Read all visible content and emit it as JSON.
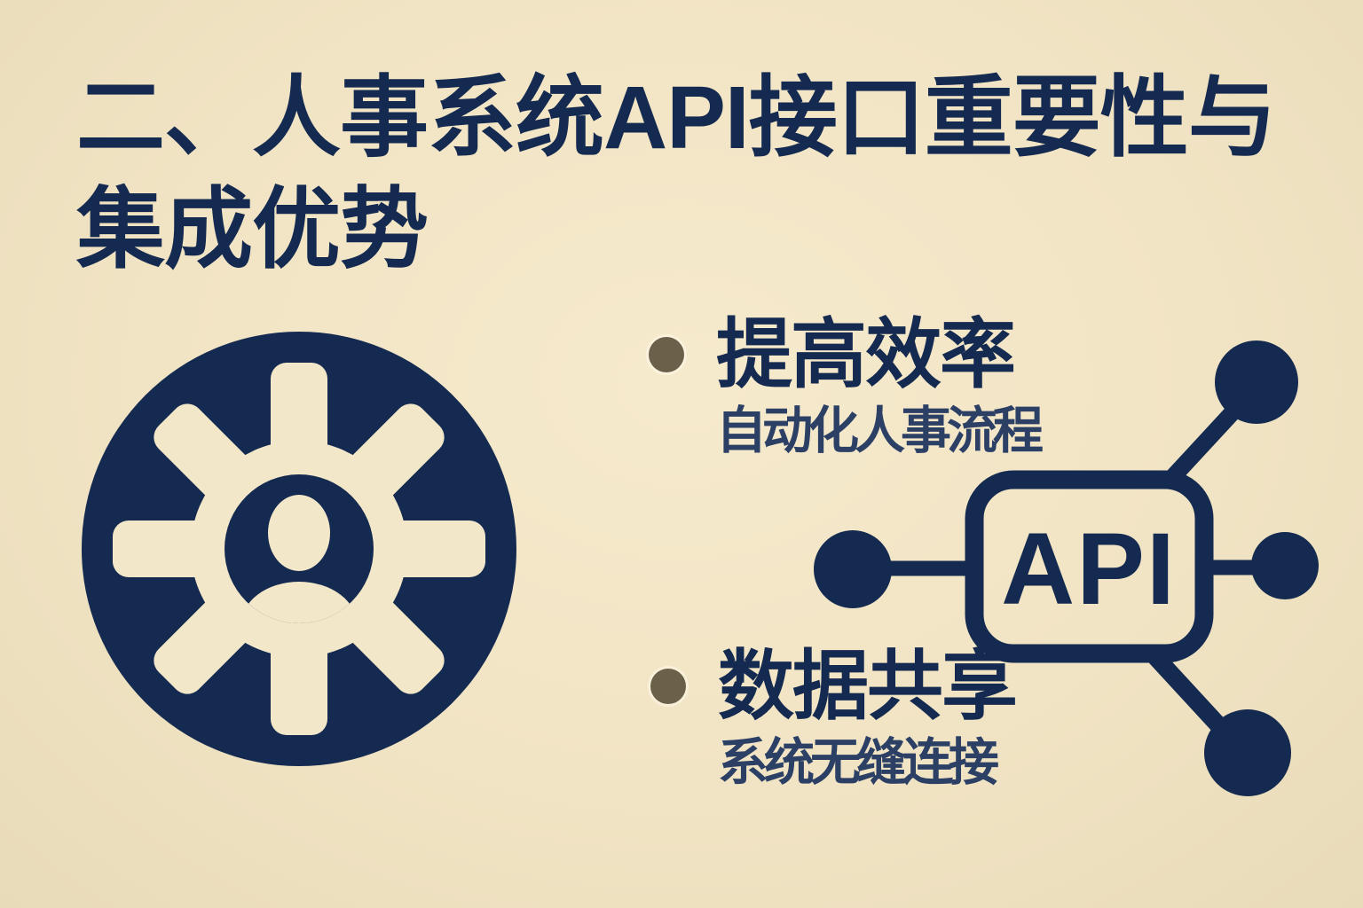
{
  "colors": {
    "background": "#f1e4c4",
    "navy": "#152a50",
    "bullet_dot": "#6b6049",
    "subtitle": "#2c4066",
    "gear_fill": "#f3e7ca"
  },
  "title": {
    "line1": "二、人事系统API接口重要性与",
    "line2": "集成优势"
  },
  "bullets": [
    {
      "heading": "提高效率",
      "subtitle": "自动化人事流程"
    },
    {
      "heading": "数据共享",
      "subtitle": "系统无缝连接"
    }
  ],
  "diagram": {
    "label": "API"
  }
}
